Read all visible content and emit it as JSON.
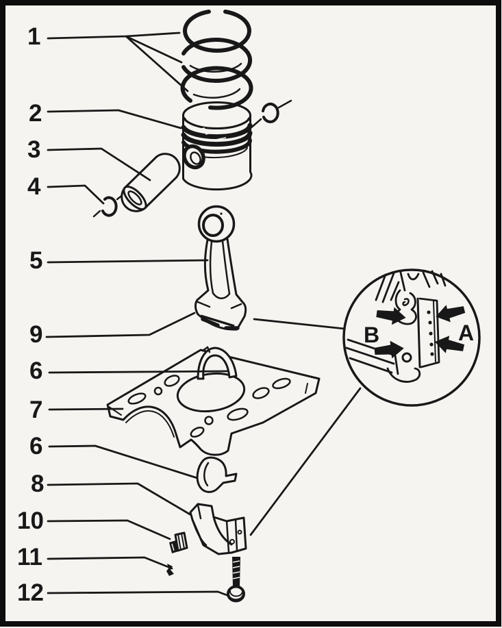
{
  "figure": {
    "callouts": [
      {
        "label": "1"
      },
      {
        "label": "2"
      },
      {
        "label": "3"
      },
      {
        "label": "4"
      },
      {
        "label": "5"
      },
      {
        "label": "9"
      },
      {
        "label": "6"
      },
      {
        "label": "7"
      },
      {
        "label": "6"
      },
      {
        "label": "8"
      },
      {
        "label": "10"
      },
      {
        "label": "11"
      },
      {
        "label": "12"
      }
    ],
    "inset": {
      "left_label": "B",
      "right_label": "A"
    },
    "colors": {
      "ink": "#181818",
      "paper": "#f5f4f1",
      "frame": "#0d0d0d"
    }
  }
}
